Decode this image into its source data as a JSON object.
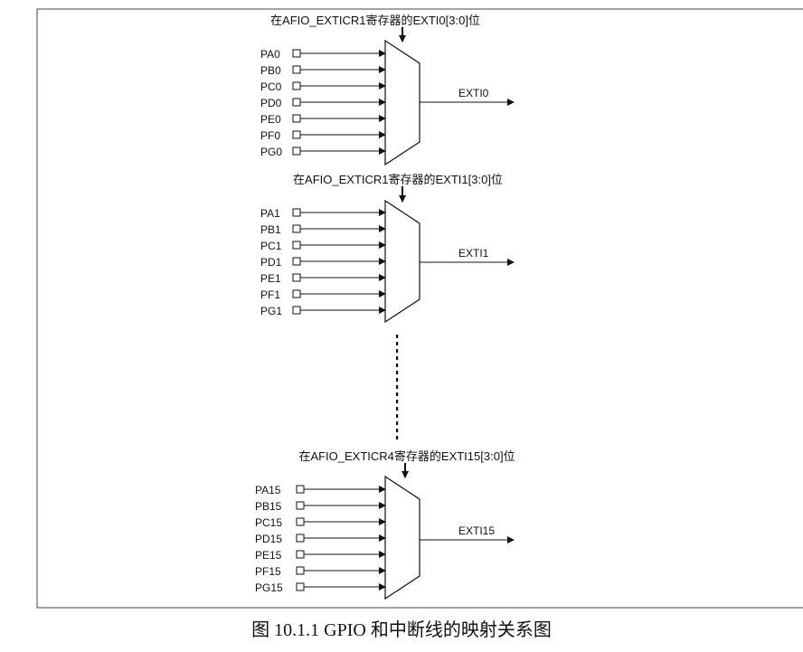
{
  "caption": "图 10.1.1 GPIO 和中断线的映射关系图",
  "groups": [
    {
      "register_label": "在AFIO_EXTICR1寄存器的EXTI0[3:0]位",
      "inputs": [
        "PA0",
        "PB0",
        "PC0",
        "PD0",
        "PE0",
        "PF0",
        "PG0"
      ],
      "output": "EXTI0"
    },
    {
      "register_label": "在AFIO_EXTICR1寄存器的EXTI1[3:0]位",
      "inputs": [
        "PA1",
        "PB1",
        "PC1",
        "PD1",
        "PE1",
        "PF1",
        "PG1"
      ],
      "output": "EXTI1"
    },
    {
      "register_label": "在AFIO_EXTICR4寄存器的EXTI15[3:0]位",
      "inputs": [
        "PA15",
        "PB15",
        "PC15",
        "PD15",
        "PE15",
        "PF15",
        "PG15"
      ],
      "output": "EXTI15"
    }
  ]
}
